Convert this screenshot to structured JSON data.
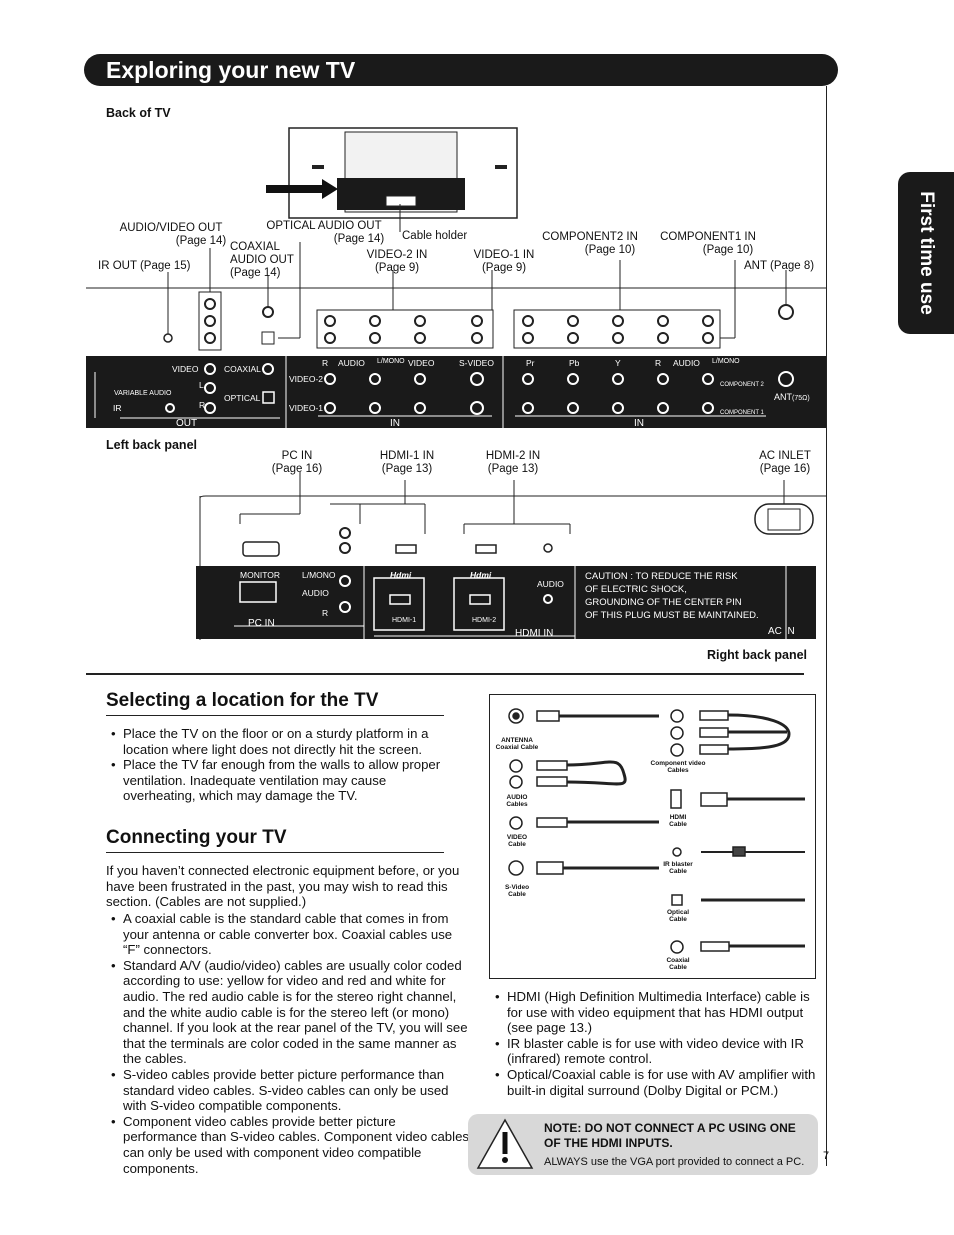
{
  "header": {
    "title": "Exploring your new TV"
  },
  "side_tab": {
    "label": "First time use"
  },
  "page_number": "7",
  "back_of_tv": {
    "heading": "Back of TV",
    "labels": {
      "av_out": "AUDIO/VIDEO OUT",
      "av_out_page": "(Page 14)",
      "optical_out": "OPTICAL AUDIO OUT",
      "optical_out_page": "(Page 14)",
      "cable_holder": "Cable holder",
      "coaxial_out_1": "COAXIAL",
      "coaxial_out_2": "AUDIO OUT",
      "coaxial_out_page": "(Page 14)",
      "ir_out": "IR OUT (Page 15)",
      "video2_in": "VIDEO-2 IN",
      "video2_in_page": "(Page 9)",
      "video1_in": "VIDEO-1 IN",
      "video1_in_page": "(Page 9)",
      "component2_in": "COMPONENT2 IN",
      "component2_in_page": "(Page 10)",
      "component1_in": "COMPONENT1 IN",
      "component1_in_page": "(Page 10)",
      "ant": "ANT (Page 8)"
    },
    "panel": {
      "video": "VIDEO",
      "coaxial": "COAXIAL",
      "variable_audio": "VARIABLE AUDIO",
      "l": "L",
      "r": "R",
      "ir": "IR",
      "optical": "OPTICAL",
      "out": "OUT",
      "r_audio": "R",
      "audio": "AUDIO",
      "l_mono": "L/MONO",
      "video_col": "VIDEO",
      "s_video": "S-VIDEO",
      "video2": "VIDEO-2",
      "video1": "VIDEO-1",
      "in": "IN",
      "pr": "Pr",
      "pb": "Pb",
      "y": "Y",
      "r2": "R",
      "audio2": "AUDIO",
      "l_mono2": "L/MONO",
      "component2": "COMPONENT 2",
      "component1": "COMPONENT 1",
      "in2": "IN",
      "ant": "ANT",
      "ohm": "(75Ω)"
    }
  },
  "left_back_panel": {
    "heading": "Left back panel"
  },
  "right_back": {
    "labels": {
      "pc_in": "PC IN",
      "pc_in_page": "(Page 16)",
      "hdmi1_in": "HDMI-1 IN",
      "hdmi1_in_page": "(Page 13)",
      "hdmi2_in": "HDMI-2 IN",
      "hdmi2_in_page": "(Page 13)",
      "ac_inlet": "AC INLET",
      "ac_inlet_page": "(Page 16)"
    },
    "panel": {
      "monitor": "MONITOR",
      "l_mono": "L/MONO",
      "audio": "AUDIO",
      "r": "R",
      "pc_in": "PC IN",
      "hdmi_logo1": "Hdmi",
      "hdmi1": "HDMI-1",
      "hdmi_logo2": "Hdmi",
      "hdmi2": "HDMI-2",
      "audio2": "AUDIO",
      "hdmi_in": "HDMI IN",
      "caution_1": "CAUTION : TO REDUCE THE RISK",
      "caution_2": "OF ELECTRIC SHOCK,",
      "caution_3": "GROUNDING OF THE CENTER PIN",
      "caution_4": "OF THIS PLUG MUST BE MAINTAINED.",
      "ac_in": "AC IN"
    },
    "heading": "Right back panel"
  },
  "location": {
    "title": "Selecting a location for the TV",
    "bullets": [
      "Place the TV on the floor or on a sturdy platform in a location where light does not directly hit the screen.",
      "Place the TV far enough from the walls to allow proper ventilation. Inadequate ventilation may cause overheating, which may damage the TV."
    ]
  },
  "connecting": {
    "title": "Connecting your TV",
    "intro": "If you haven’t connected electronic equipment before, or you have been frustrated in the past, you may wish to read this section. (Cables are not supplied.)",
    "bullets": [
      "A coaxial cable is the standard cable that comes in from your antenna or cable converter box. Coaxial cables use “F” connectors.",
      "Standard A/V (audio/video) cables are usually color coded according to use: yellow for video and red and white for audio. The red audio cable is for the stereo right channel, and the white audio cable is for the stereo left (or mono) channel. If you look at the rear panel of the TV, you will see that the terminals are color coded in the same manner as the cables.",
      "S-video cables provide better picture performance than standard video cables. S-video cables can only be used with S-video compatible components.",
      "Component video cables provide better picture performance than S-video cables. Component video cables can only be used with component video compatible components."
    ]
  },
  "cables": {
    "antenna_1": "ANTENNA",
    "antenna_2": "Coaxial Cable",
    "audio_1": "AUDIO",
    "audio_2": "Cables",
    "video_1": "VIDEO",
    "video_2": "Cable",
    "svideo_1": "S-Video",
    "svideo_2": "Cable",
    "component_1": "Component video",
    "component_2": "Cables",
    "hdmi_1": "HDMI",
    "hdmi_2": "Cable",
    "ir_1": "IR blaster",
    "ir_2": "Cable",
    "optical_1": "Optical",
    "optical_2": "Cable",
    "coaxial_1": "Coaxial",
    "coaxial_2": "Cable"
  },
  "cable_notes": [
    "HDMI (High Definition Multimedia Interface) cable is for use with video equipment that has HDMI output (see page 13.)",
    "IR blaster cable is for use with video device with IR (infrared) remote control.",
    "Optical/Coaxial cable is for use with AV amplifier with built-in digital surround (Dolby Digital or PCM.)"
  ],
  "note": {
    "title": "NOTE: DO NOT CONNECT A PC USING ONE OF THE HDMI INPUTS.",
    "subtitle": "ALWAYS use the VGA port provided to connect a PC."
  }
}
